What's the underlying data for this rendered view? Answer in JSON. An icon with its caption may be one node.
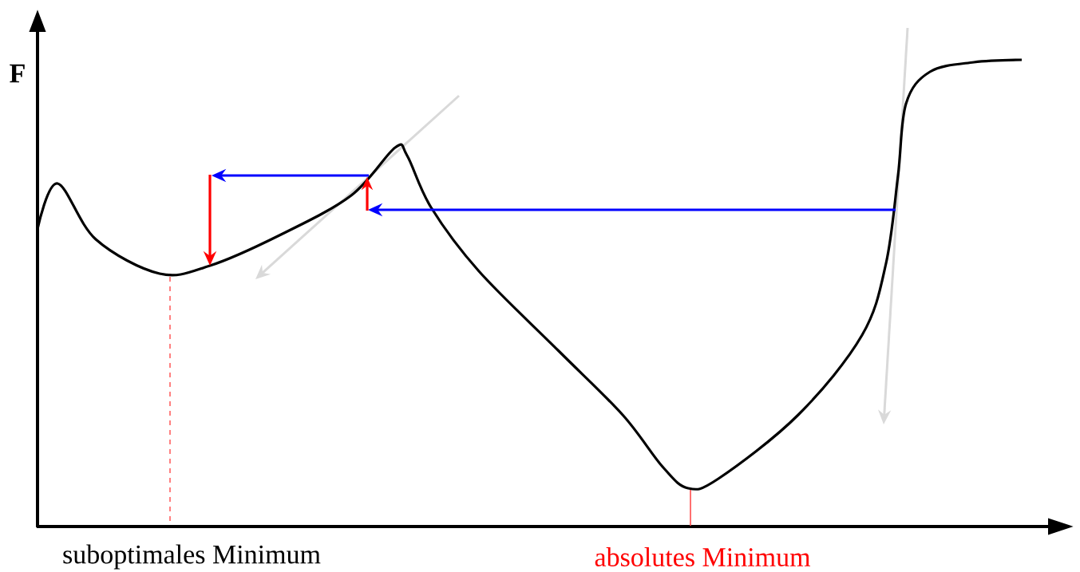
{
  "diagram": {
    "labels": [
      "F",
      "suboptimales Minimum",
      "absolutes Minimum"
    ]
  }
}
